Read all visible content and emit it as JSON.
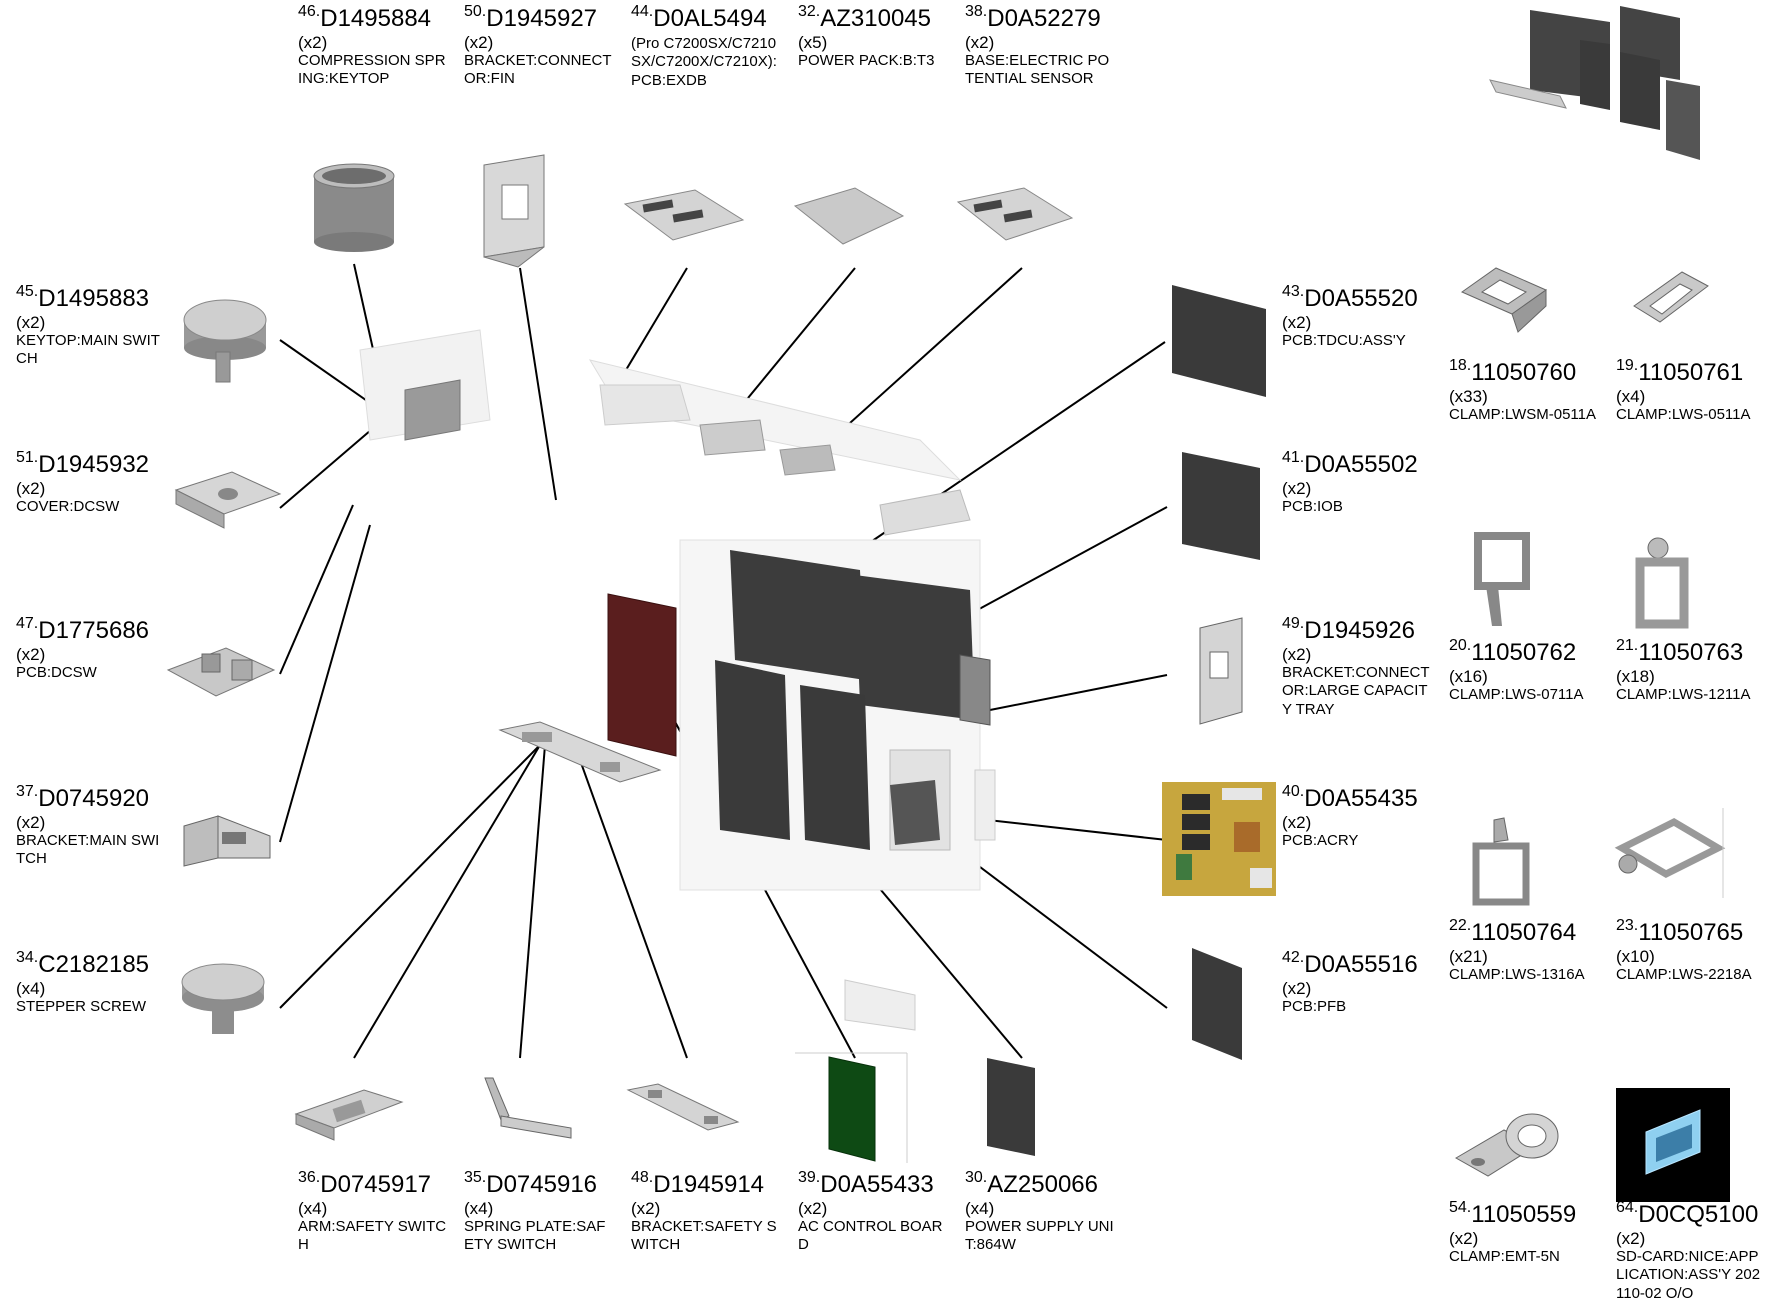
{
  "colors": {
    "board_dark": "#3a3a3a",
    "board_red": "#5a1e1e",
    "board_green": "#0e4a14",
    "metal_light": "#cfcfcf",
    "ghost": "#e8e8e8",
    "sd_blue": "#8fd0f0"
  },
  "parts": [
    {
      "key": "p46",
      "no": "46.",
      "pn": "D1495884",
      "qty": "(x2)",
      "desc": "COMPRESSION SPRING:KEYTOP",
      "icon": "cylinder-icon"
    },
    {
      "key": "p50",
      "no": "50.",
      "pn": "D1945927",
      "qty": "(x2)",
      "desc": "BRACKET:CONNECTOR:FIN",
      "icon": "bracket-icon"
    },
    {
      "key": "p44",
      "no": "44.",
      "pn": "D0AL5494",
      "qty": "(Pro C7200SX/C7210SX/C7200X/C7210X):PCB:EXDB",
      "desc": "",
      "icon": "pcb-icon"
    },
    {
      "key": "p32",
      "no": "32.",
      "pn": "AZ310045",
      "qty": "(x5)",
      "desc": "POWER PACK:B:T3",
      "icon": "plate-icon"
    },
    {
      "key": "p38",
      "no": "38.",
      "pn": "D0A52279",
      "qty": "(x2)",
      "desc": "BASE:ELECTRIC POTENTIAL SENSOR",
      "icon": "pcb-icon"
    },
    {
      "key": "p45",
      "no": "45.",
      "pn": "D1495883",
      "qty": "(x2)",
      "desc": "KEYTOP:MAIN SWITCH",
      "icon": "knob-icon"
    },
    {
      "key": "p51",
      "no": "51.",
      "pn": "D1945932",
      "qty": "(x2)",
      "desc": "COVER:DCSW",
      "icon": "cover-icon"
    },
    {
      "key": "p47",
      "no": "47.",
      "pn": "D1775686",
      "qty": "(x2)",
      "desc": "PCB:DCSW",
      "icon": "pcb-icon"
    },
    {
      "key": "p37",
      "no": "37.",
      "pn": "D0745920",
      "qty": "(x2)",
      "desc": "BRACKET:MAIN SWITCH",
      "icon": "bracket-icon"
    },
    {
      "key": "p34",
      "no": "34.",
      "pn": "C2182185",
      "qty": "(x4)",
      "desc": "STEPPER SCREW",
      "icon": "knob-icon"
    },
    {
      "key": "p36",
      "no": "36.",
      "pn": "D0745917",
      "qty": "(x4)",
      "desc": "ARM:SAFETY SWITCH",
      "icon": "arm-icon"
    },
    {
      "key": "p35",
      "no": "35.",
      "pn": "D0745916",
      "qty": "(x4)",
      "desc": "SPRING PLATE:SAFETY SWITCH",
      "icon": "spring-plate-icon"
    },
    {
      "key": "p48",
      "no": "48.",
      "pn": "D1945914",
      "qty": "(x2)",
      "desc": "BRACKET:SAFETY SWITCH",
      "icon": "bracket-icon"
    },
    {
      "key": "p39",
      "no": "39.",
      "pn": "D0A55433",
      "qty": "(x2)",
      "desc": "AC CONTROL BOARD",
      "icon": "pcb-icon"
    },
    {
      "key": "p30",
      "no": "30.",
      "pn": "AZ250066",
      "qty": "(x4)",
      "desc": "POWER SUPPLY UNIT:864W",
      "icon": "pcb-icon"
    },
    {
      "key": "p43",
      "no": "43.",
      "pn": "D0A55520",
      "qty": "(x2)",
      "desc": "PCB:TDCU:ASS'Y",
      "icon": "pcb-icon"
    },
    {
      "key": "p41",
      "no": "41.",
      "pn": "D0A55502",
      "qty": "(x2)",
      "desc": "PCB:IOB",
      "icon": "pcb-icon"
    },
    {
      "key": "p49",
      "no": "49.",
      "pn": "D1945926",
      "qty": "(x2)",
      "desc": "BRACKET:CONNECTOR:LARGE CAPACITY TRAY",
      "icon": "bracket-icon"
    },
    {
      "key": "p40",
      "no": "40.",
      "pn": "D0A55435",
      "qty": "(x2)",
      "desc": "PCB:ACRY",
      "icon": "pcb-icon"
    },
    {
      "key": "p42",
      "no": "42.",
      "pn": "D0A55516",
      "qty": "(x2)",
      "desc": "PCB:PFB",
      "icon": "pcb-icon"
    },
    {
      "key": "p18",
      "no": "18.",
      "pn": "11050760",
      "qty": "(x33)",
      "desc": "CLAMP:LWSM-0511A",
      "icon": "clamp-icon"
    },
    {
      "key": "p19",
      "no": "19.",
      "pn": "11050761",
      "qty": "(x4)",
      "desc": "CLAMP:LWS-0511A",
      "icon": "clamp-icon"
    },
    {
      "key": "p20",
      "no": "20.",
      "pn": "11050762",
      "qty": "(x16)",
      "desc": "CLAMP:LWS-0711A",
      "icon": "clamp-icon"
    },
    {
      "key": "p21",
      "no": "21.",
      "pn": "11050763",
      "qty": "(x18)",
      "desc": "CLAMP:LWS-1211A",
      "icon": "clamp-icon"
    },
    {
      "key": "p22",
      "no": "22.",
      "pn": "11050764",
      "qty": "(x21)",
      "desc": "CLAMP:LWS-1316A",
      "icon": "clamp-icon"
    },
    {
      "key": "p23",
      "no": "23.",
      "pn": "11050765",
      "qty": "(x10)",
      "desc": "CLAMP:LWS-2218A",
      "icon": "clamp-icon"
    },
    {
      "key": "p54",
      "no": "54.",
      "pn": "11050559",
      "qty": "(x2)",
      "desc": "CLAMP:EMT-5N",
      "icon": "cable-clamp-icon"
    },
    {
      "key": "p64",
      "no": "64.",
      "pn": "D0CQ5100",
      "qty": "(x2)",
      "desc": "SD-CARD:NICE:APPLICATION:ASS'Y 202110-02 O/O",
      "icon": "sd-card-icon"
    }
  ]
}
